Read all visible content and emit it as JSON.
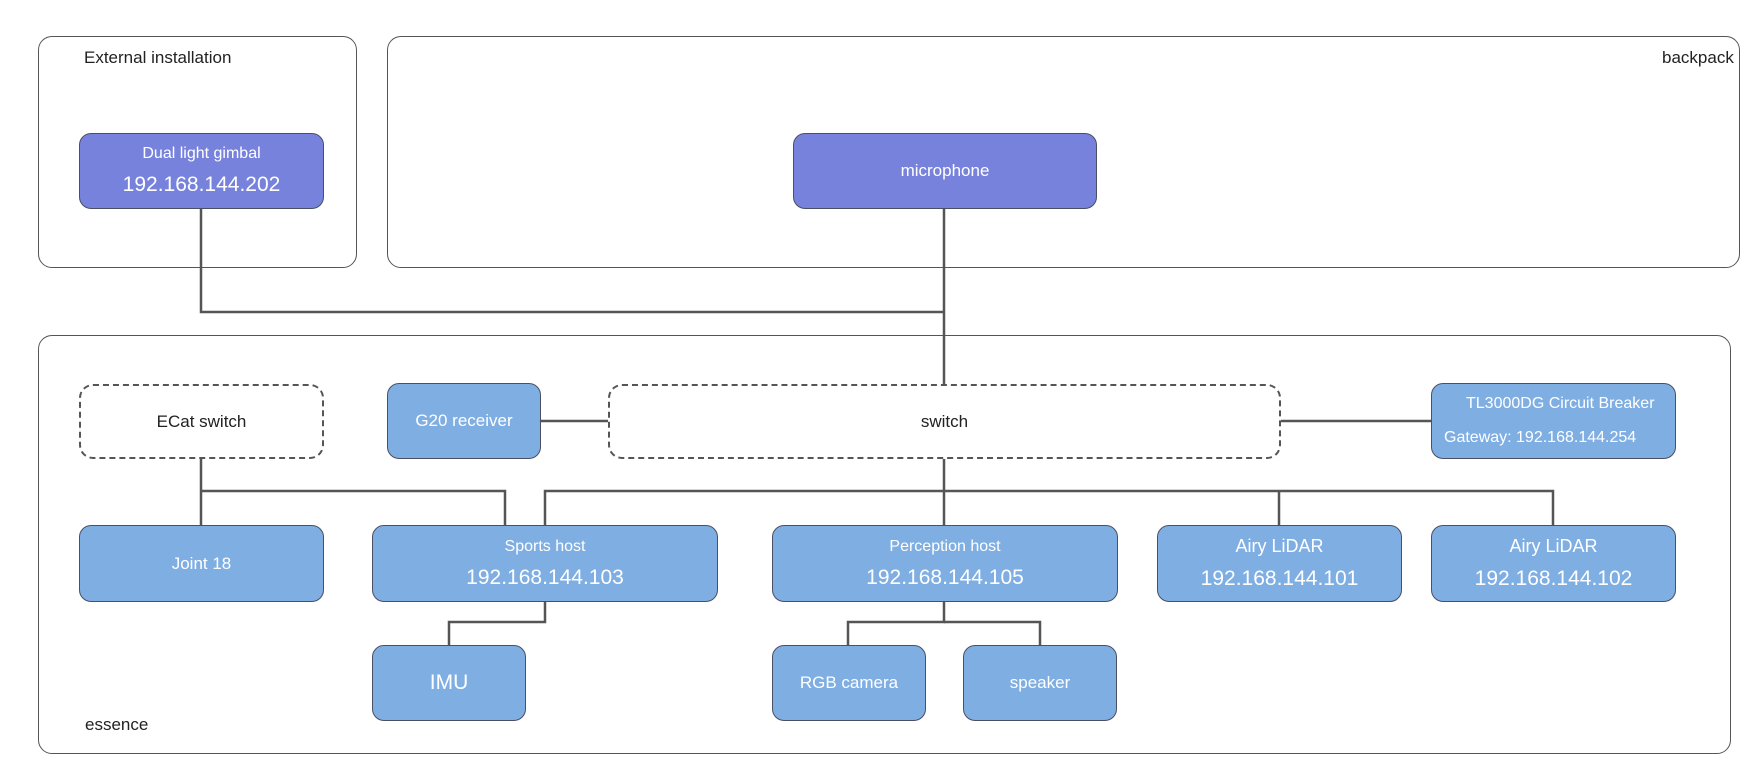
{
  "groups": {
    "external": "External installation",
    "backpack": "backpack",
    "essence": "essence"
  },
  "nodes": {
    "gimbal": {
      "title": "Dual light gimbal",
      "ip": "192.168.144.202"
    },
    "microphone": {
      "title": "microphone"
    },
    "ecat_switch": {
      "title": "ECat switch"
    },
    "g20_receiver": {
      "title": "G20 receiver"
    },
    "switch": {
      "title": "switch"
    },
    "breaker": {
      "title": "TL3000DG Circuit Breaker",
      "gateway": "Gateway: 192.168.144.254"
    },
    "joint18": {
      "title": "Joint 18"
    },
    "sports_host": {
      "title": "Sports host",
      "ip": "192.168.144.103"
    },
    "perception_host": {
      "title": "Perception host",
      "ip": "192.168.144.105"
    },
    "lidar1": {
      "title": "Airy LiDAR",
      "ip": "192.168.144.101"
    },
    "lidar2": {
      "title": "Airy LiDAR",
      "ip": "192.168.144.102"
    },
    "imu": {
      "title": "IMU"
    },
    "rgb_camera": {
      "title": "RGB camera"
    },
    "speaker": {
      "title": "speaker"
    }
  },
  "colors": {
    "purple_node": "#7782dc",
    "blue_node": "#7faee3",
    "line": "#555555"
  }
}
